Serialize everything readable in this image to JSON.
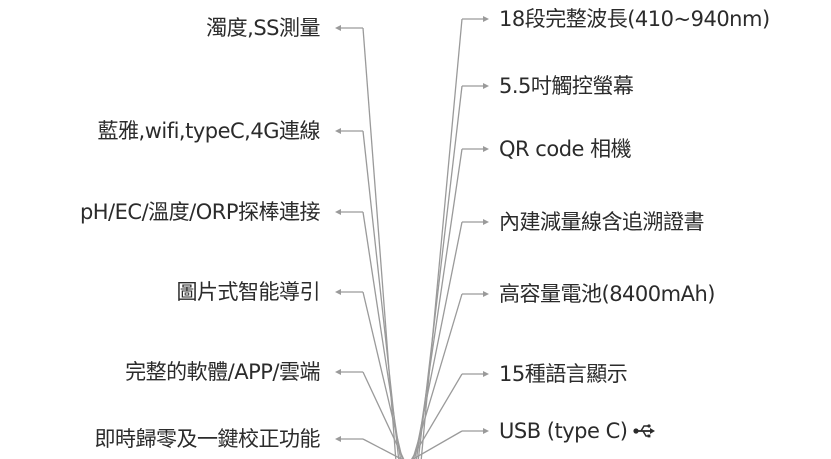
{
  "left_features": [
    "濁度,SS測量",
    "藍雅,wifi,typeC,4G連線",
    "pH/EC/溫度/ORP探棒連接",
    "圖片式智能導引",
    "完整的軟體/APP/雲端",
    "即時歸零及一鍵校正功能"
  ],
  "right_features": [
    "18段完整波長(410~940nm)",
    "5.5吋觸控螢幕",
    "QR code 相機",
    "內建減量線含追溯證書",
    "高容量電池(8400mAh)",
    "15種語言顯示",
    "USB (type C)"
  ],
  "icons": {
    "usb": "usb-icon"
  },
  "colors": {
    "line": "#9a9a9a",
    "text": "#2b2b2b"
  }
}
